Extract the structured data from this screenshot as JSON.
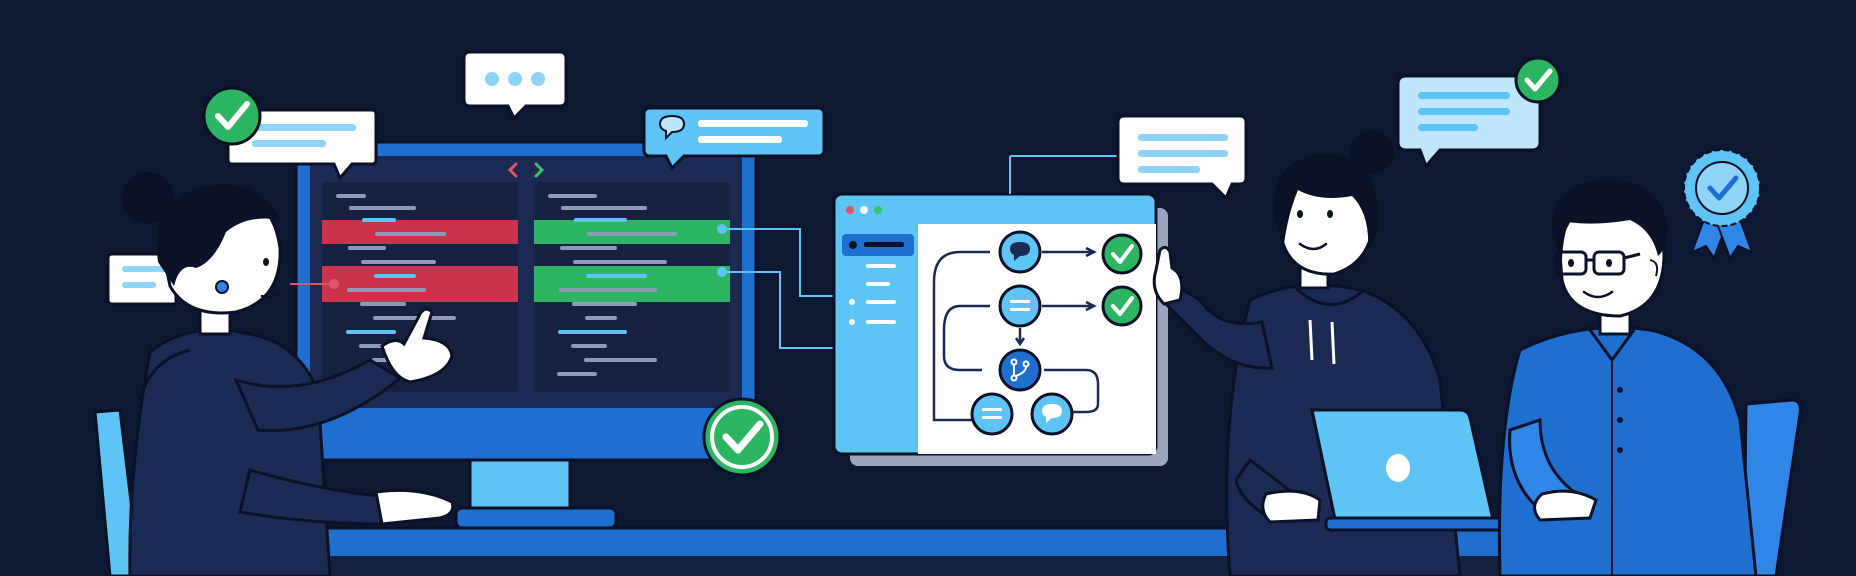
{
  "colors": {
    "background": "#0d1833",
    "navy": "#1b2a52",
    "navy_dark": "#14213f",
    "blue": "#1f6fd1",
    "blue_mid": "#2f86e6",
    "sky": "#5ec3f5",
    "sky_light": "#bfe6fb",
    "green": "#2eb563",
    "red": "#c9344a",
    "outline": "#0b1227",
    "white": "#ffffff",
    "skin": "#ffffff"
  },
  "icons": {
    "check": "check-icon",
    "chat": "chat-icon",
    "branch": "branch-icon",
    "list": "list-icon",
    "badge": "award-badge-icon",
    "nav_prev": "chevron-left-icon",
    "nav_next": "chevron-right-icon"
  },
  "scene": {
    "people_count": 3,
    "code_diff": {
      "removed_rows": 2,
      "added_rows": 2
    },
    "workflow_nodes": [
      "chat",
      "list",
      "branch",
      "list",
      "chat"
    ]
  }
}
